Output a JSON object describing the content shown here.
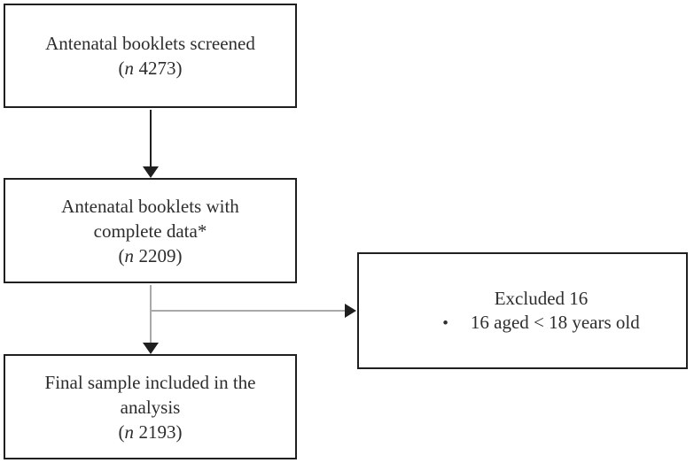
{
  "diagram": {
    "type": "flowchart",
    "title_semantic": "study sample selection flow",
    "colors": {
      "background": "#ffffff",
      "box_border": "#1f1f1f",
      "text": "#2d2d2d",
      "arrow_black": "#1f1f1f",
      "connector_gray": "#a9a9a9",
      "arrowhead": "#1f1f1f"
    },
    "punctuation": {
      "open_paren": "(",
      "close_paren": ")"
    },
    "boxes": {
      "screened": {
        "line1": "Antenatal booklets screened",
        "n_symbol": "n",
        "n_value": "4273"
      },
      "complete": {
        "line1": "Antenatal booklets with",
        "line2": "complete data*",
        "n_symbol": "n",
        "n_value": "2209"
      },
      "final": {
        "line1": "Final sample included in the",
        "line2": "analysis",
        "n_symbol": "n",
        "n_value": "2193"
      },
      "excluded": {
        "heading": "Excluded 16",
        "bullet_glyph": "•",
        "item1": "16 aged < 18 years old"
      }
    },
    "edges": [
      {
        "from": "screened",
        "to": "complete",
        "style": "black-arrow"
      },
      {
        "from": "complete",
        "to": "final",
        "style": "gray-line-black-arrowhead"
      },
      {
        "from": "complete",
        "to": "excluded",
        "style": "gray-line-black-arrowhead"
      }
    ]
  }
}
